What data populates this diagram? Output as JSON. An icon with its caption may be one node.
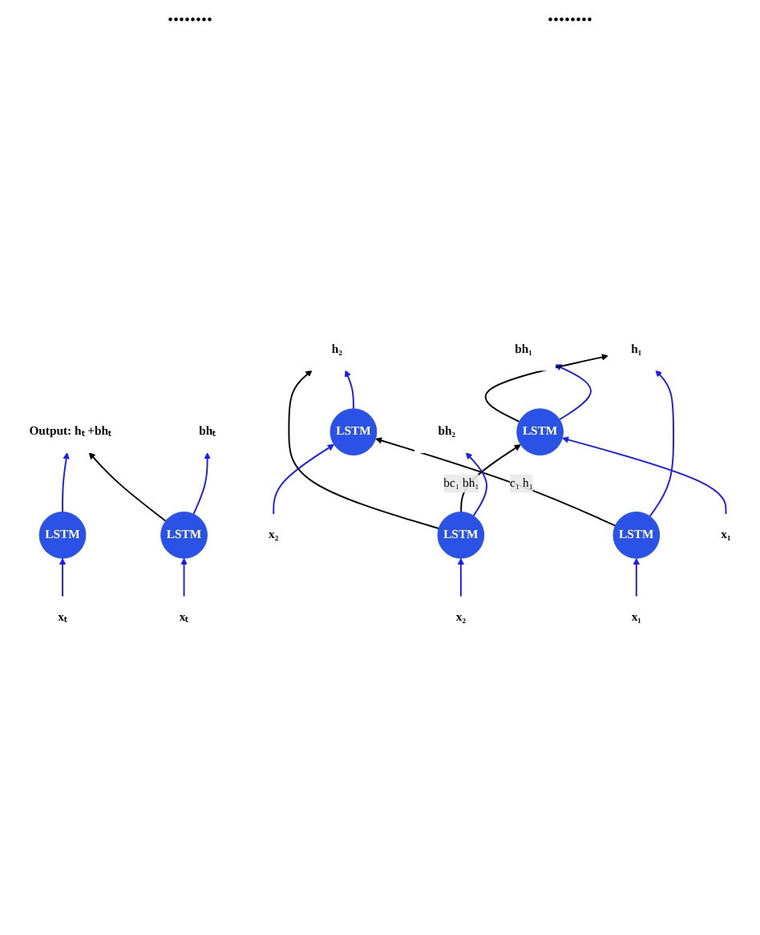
{
  "diagram": {
    "nodes": [
      {
        "text": [
          "h₁"
        ]
      },
      {
        "text": [
          "h₂"
        ]
      },
      {
        "text": [
          "Output: hₜ +bhₜ"
        ]
      },
      {
        "text": [
          "LSTM"
        ]
      },
      {
        "text": [
          "LSTM"
        ]
      },
      {
        "text": [
          "LSTM"
        ]
      },
      {
        "text": [
          "x₁"
        ]
      },
      {
        "text": [
          "x₂"
        ]
      },
      {
        "text": [
          "xₜ"
        ]
      },
      {
        "text": [
          "bh₁"
        ]
      },
      {
        "text": [
          "bh₂"
        ]
      },
      {
        "text": [
          "bhₜ"
        ]
      },
      {
        "text": [
          "LSTM"
        ]
      },
      {
        "text": [
          "LSTM"
        ]
      },
      {
        "text": [
          "LSTM"
        ]
      },
      {
        "text": [
          "x₁"
        ]
      },
      {
        "text": [
          "x₂"
        ]
      },
      {
        "text": [
          "xₜ"
        ]
      }
    ],
    "edges": [
      {
        "from": 6,
        "to": 3,
        "arrow": "to"
      },
      {
        "from": 7,
        "to": 4,
        "arrow": "to"
      },
      {
        "from": 8,
        "to": 5,
        "arrow": "to"
      },
      {
        "from": 3,
        "to": 0,
        "arrow": "to"
      },
      {
        "from": 4,
        "to": 1,
        "arrow": "to"
      },
      {
        "from": 5,
        "to": 2,
        "arrow": "to"
      },
      {
        "from": 3,
        "to": 4,
        "label": "c₁ h₁",
        "arrow": "to",
        "color": "#000000"
      },
      {
        "from": 15,
        "to": 12,
        "arrow": "to"
      },
      {
        "from": 16,
        "to": 13,
        "arrow": "to"
      },
      {
        "from": 17,
        "to": 14,
        "arrow": "to"
      },
      {
        "from": 12,
        "to": 9,
        "arrow": "to"
      },
      {
        "from": 13,
        "to": 10,
        "arrow": "to"
      },
      {
        "from": 14,
        "to": 11,
        "arrow": "to"
      },
      {
        "from": 13,
        "to": 12,
        "label": "bc₁ bh₁",
        "arrow": "to",
        "color": "#000000"
      },
      {
        "from": 12,
        "to": 0,
        "arrow": "to",
        "color": "#000000"
      },
      {
        "from": 13,
        "to": 1,
        "arrow": "to",
        "color": "#000000"
      },
      {
        "from": 14,
        "to": 2,
        "arrow": "to",
        "color": "#000000"
      }
    ],
    "labels": [
      "........",
      "........"
    ]
  }
}
